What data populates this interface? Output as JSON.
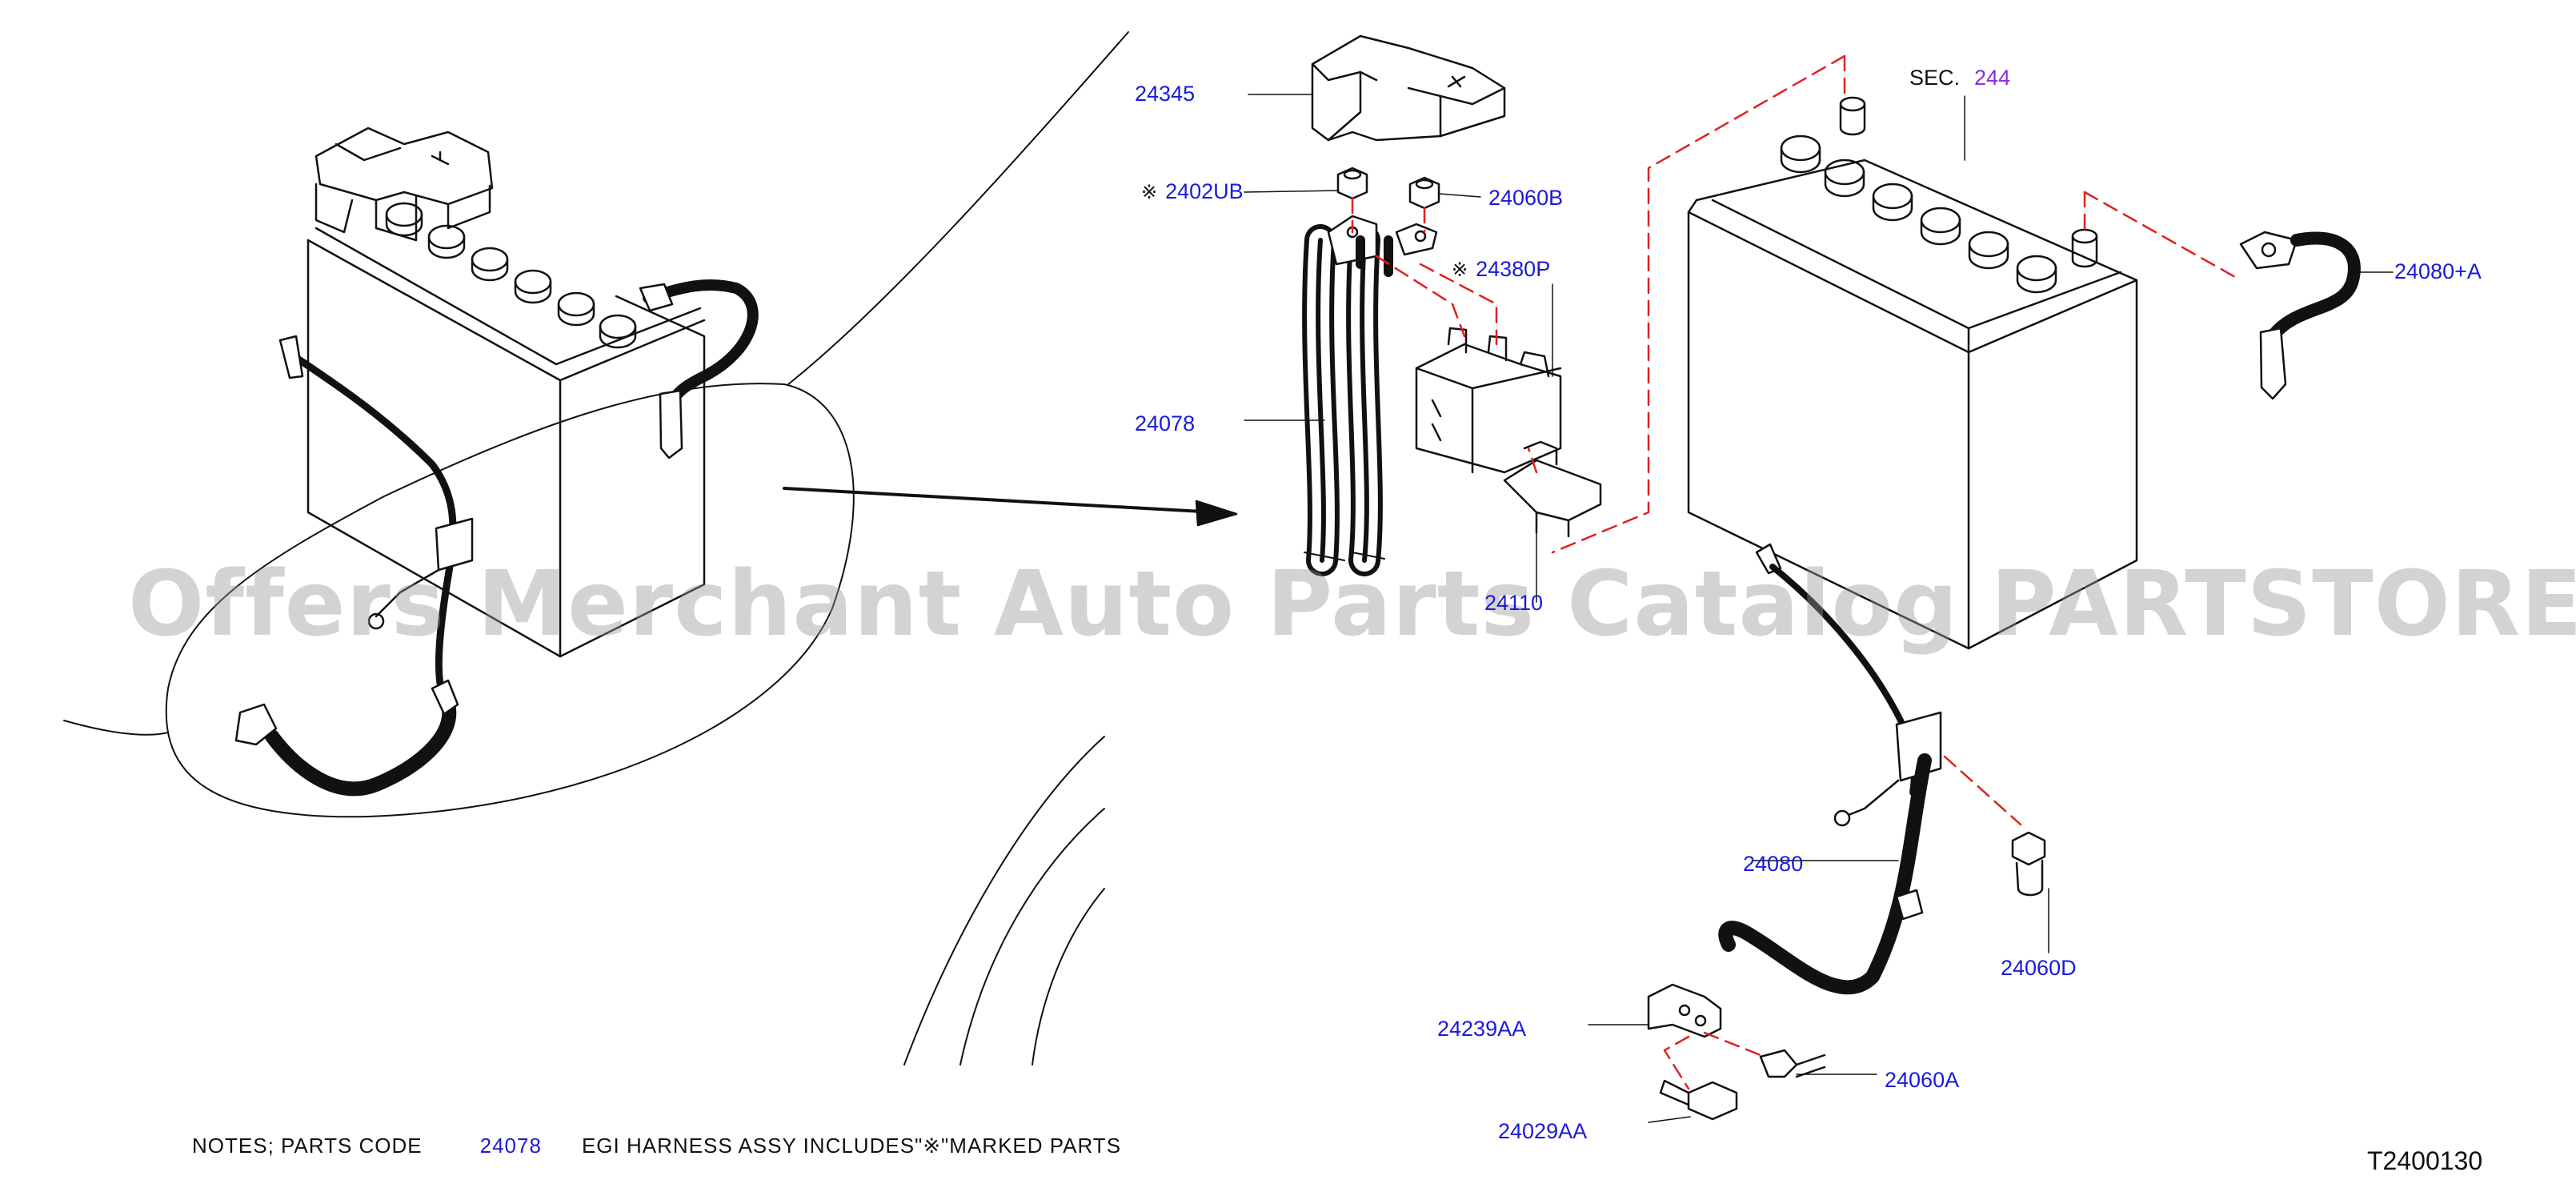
{
  "callouts": {
    "p24345": "24345",
    "p2402ub": "2402UB",
    "p24060b": "24060B",
    "p24380p": "24380P",
    "p24078": "24078",
    "p24110": "24110",
    "p24080a_plus": "24080+A",
    "p24080": "24080",
    "p24060d": "24060D",
    "p24239aa": "24239AA",
    "p24060a": "24060A",
    "p24029aa": "24029AA"
  },
  "marks": {
    "kome": "※"
  },
  "section_ref": {
    "label": "SEC.",
    "number": "244"
  },
  "notes": {
    "prefix": "NOTES;   PARTS   CODE",
    "code": "24078",
    "suffix": "EGI   HARNESS   ASSY   INCLUDES\"※\"MARKED   PARTS"
  },
  "diagram_id": "T2400130",
  "watermark": "Offers Merchant Auto Parts Catalog PARTSTORE.SA",
  "colors": {
    "callout": "#1a1adb",
    "section_number": "#8a2be2",
    "dashed_leader": "#e02020",
    "line": "#111111"
  }
}
